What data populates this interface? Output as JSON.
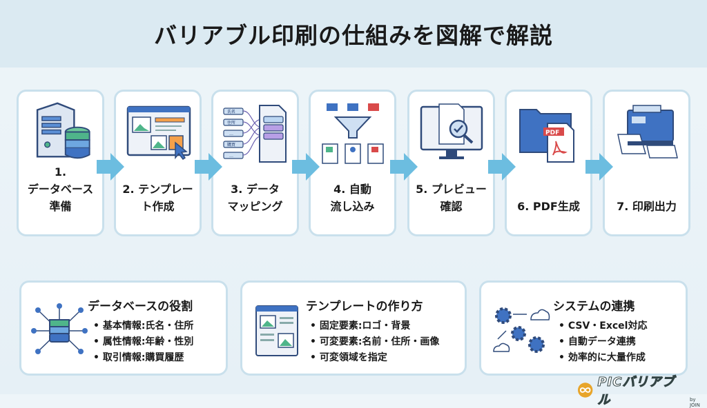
{
  "title": "バリアブル印刷の仕組みを図解で解説",
  "steps": [
    {
      "label": "1.\nデータベース\n準備",
      "icon": "database-server-icon"
    },
    {
      "label": "2. テンプレー\nト作成",
      "icon": "template-layout-icon"
    },
    {
      "label": "3. データ\nマッピング",
      "icon": "data-mapping-icon"
    },
    {
      "label": "4. 自動\n流し込み",
      "icon": "funnel-merge-icon"
    },
    {
      "label": "5. プレビュー\n確認",
      "icon": "monitor-preview-icon"
    },
    {
      "label": "6. PDF生成",
      "icon": "pdf-folder-icon"
    },
    {
      "label": "7. 印刷出力",
      "icon": "printer-icon"
    }
  ],
  "mapping_fields": [
    "氏名",
    "住所",
    "…",
    "購買",
    "…"
  ],
  "boxes": [
    {
      "title": "データベースの役割",
      "items": [
        "基本情報:氏名・住所",
        "属性情報:年齢・性別",
        "取引情報:購買履歴"
      ]
    },
    {
      "title": "テンプレートの作り方",
      "items": [
        "固定要素:ロゴ・背景",
        "可変要素:名前・住所・画像",
        "可変領域を指定"
      ]
    },
    {
      "title": "システムの連携",
      "items": [
        "CSV・Excel対応",
        "自動データ連携",
        "効率的に大量作成"
      ]
    }
  ],
  "logo": {
    "text": "PICバリアブル",
    "sub": "by JOIN"
  },
  "colors": {
    "arrow": "#6cbde0",
    "card_border": "#c9e0ec",
    "navy": "#2f4a7a",
    "green": "#4fb58a",
    "blue": "#5b8fd6",
    "orange": "#f5a04a",
    "purple": "#9a7ed6",
    "red": "#d94a4a"
  }
}
